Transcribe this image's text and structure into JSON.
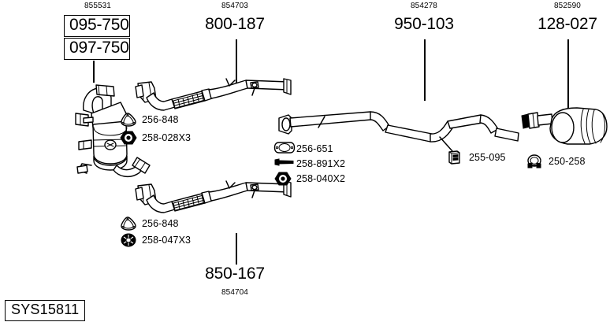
{
  "diagram": {
    "system_code": "SYS15811",
    "groups": [
      {
        "id": "catalytic-converter",
        "sub_code": "855531",
        "main_codes": [
          "095-750",
          "097-750"
        ],
        "boxed": true
      },
      {
        "id": "front-pipe-upper",
        "sub_code": "854703",
        "main_codes": [
          "800-187"
        ],
        "boxed": false
      },
      {
        "id": "centre-pipe",
        "sub_code": "854278",
        "main_codes": [
          "950-103"
        ],
        "boxed": false
      },
      {
        "id": "rear-silencer",
        "sub_code": "852590",
        "main_codes": [
          "128-027"
        ],
        "boxed": false
      },
      {
        "id": "front-pipe-lower",
        "sub_code": "854704",
        "main_codes": [
          "850-167"
        ],
        "boxed": false
      }
    ],
    "annotations": [
      {
        "id": "cat-fittings",
        "items": [
          {
            "icon": "gasket-triangle-icon",
            "code": "256-848"
          },
          {
            "icon": "nut-hex-icon",
            "code": "258-028X3"
          }
        ]
      },
      {
        "id": "centre-pipe-fittings",
        "items": [
          {
            "icon": "gasket-oval-icon",
            "code": "256-651"
          },
          {
            "icon": "bolt-icon",
            "code": "258-891X2"
          },
          {
            "icon": "nut-hex-icon",
            "code": "258-040X2"
          }
        ]
      },
      {
        "id": "front-pipe-lower-fittings",
        "items": [
          {
            "icon": "gasket-triangle-icon",
            "code": "256-848"
          },
          {
            "icon": "nut-flange-icon",
            "code": "258-047X3"
          }
        ]
      },
      {
        "id": "rubber-mount-fitting",
        "items": [
          {
            "icon": "rubber-mount-icon",
            "code": "255-095"
          }
        ]
      },
      {
        "id": "clamp-fitting",
        "items": [
          {
            "icon": "clamp-icon",
            "code": "250-258"
          }
        ]
      }
    ]
  }
}
